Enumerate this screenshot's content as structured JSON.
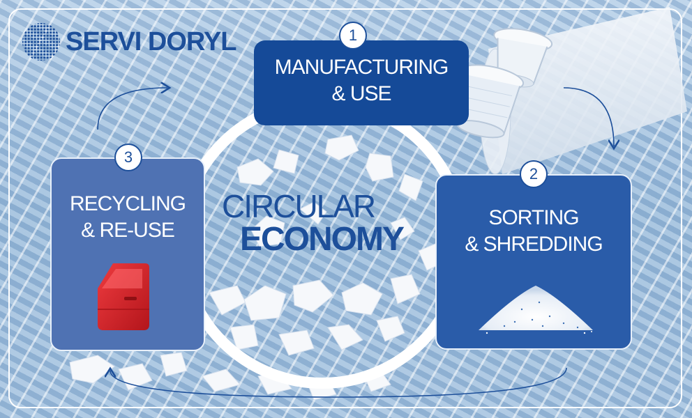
{
  "brand": {
    "name": "SERVI DORYL",
    "color": "#1d4f9a"
  },
  "center": {
    "line1": "CIRCULAR",
    "line2": "ECONOMY"
  },
  "steps": [
    {
      "number": "1",
      "line1": "MANUFACTURING",
      "line2": "& USE",
      "icon": "plastic-filter-cup-icon"
    },
    {
      "number": "2",
      "line1": "SORTING",
      "line2": "& SHREDDING",
      "icon": "shredded-powder-pile-icon"
    },
    {
      "number": "3",
      "line1": "RECYCLING",
      "line2": "& RE-USE",
      "icon": "car-door-icon"
    }
  ],
  "colors": {
    "step1_box": "#154a98",
    "step2_box": "#2a5ca9",
    "step3_box": "#4f72b3",
    "accent": "#1d4f9a",
    "car_door": "#d8232a"
  }
}
